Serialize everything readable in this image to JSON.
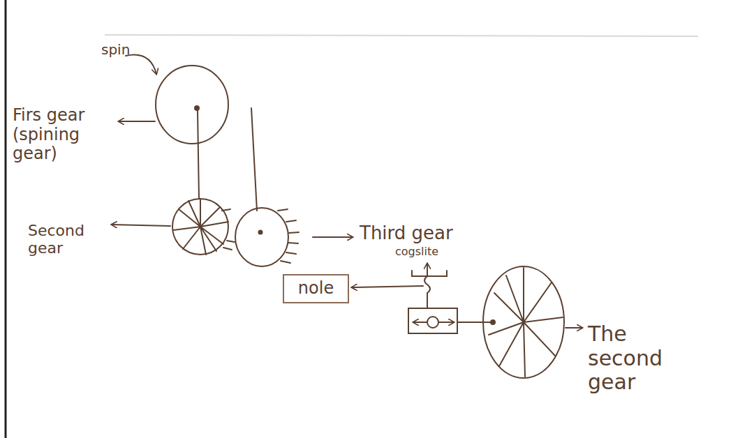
{
  "diagram": {
    "nodes": [
      {
        "text": [
          "nole"
        ]
      }
    ],
    "labels": [
      "spin",
      "Firs gear (spining gear)",
      "Second gear",
      "Third gear",
      "cogslite",
      "The second gear"
    ]
  }
}
